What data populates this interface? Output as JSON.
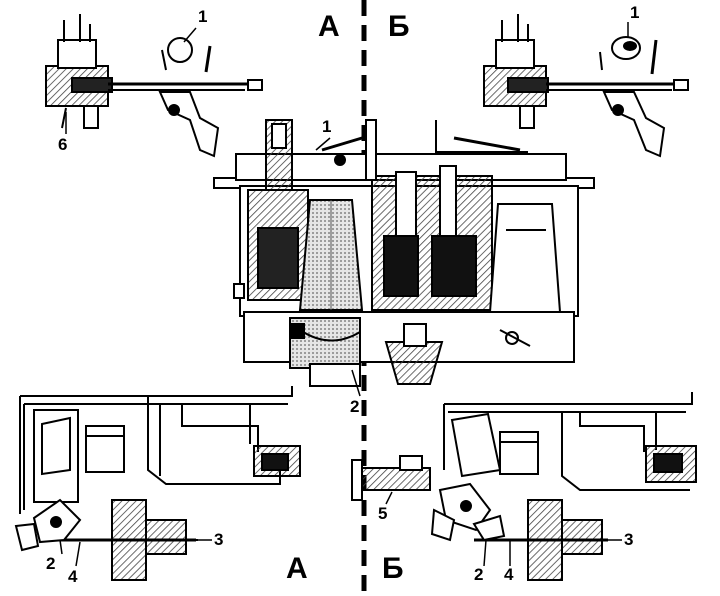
{
  "labels": {
    "section_left": "А",
    "section_right": "Б",
    "callout_1": "1",
    "callout_2": "2",
    "callout_3": "3",
    "callout_4": "4",
    "callout_5": "5",
    "callout_6": "6"
  },
  "colors": {
    "ink": "#000000",
    "paper": "#ffffff",
    "hatch": "#555555",
    "shade": "#bdbdbd"
  }
}
